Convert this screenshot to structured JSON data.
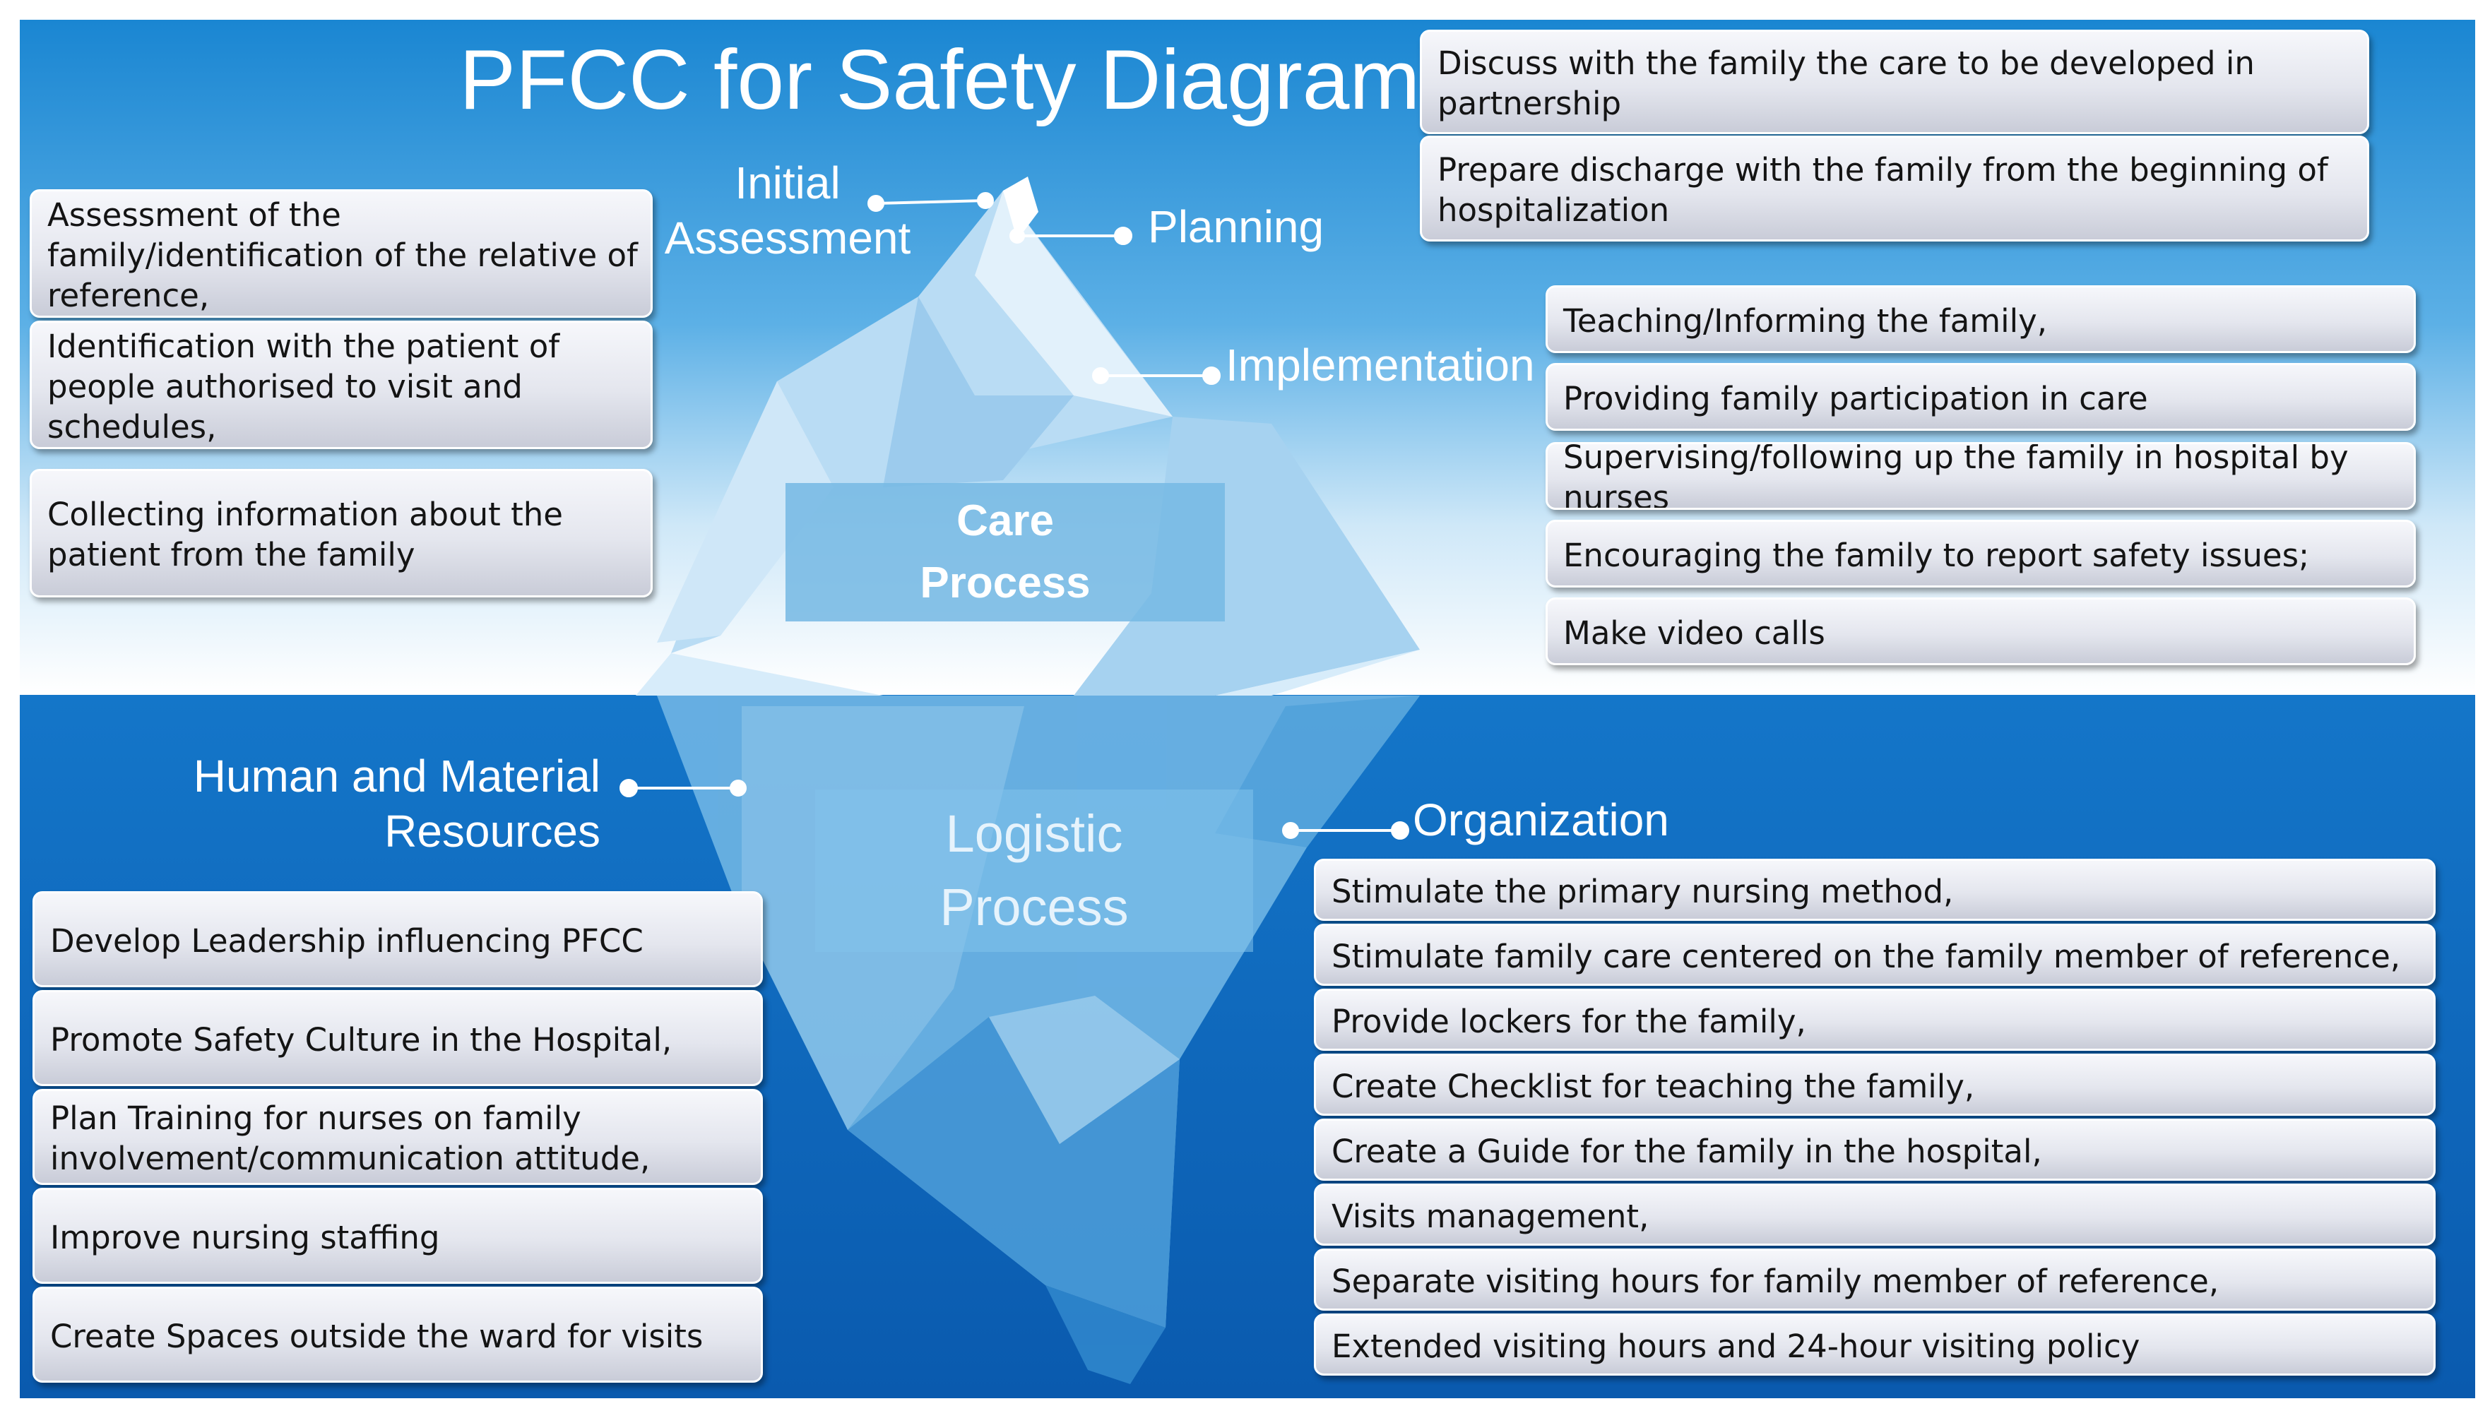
{
  "title": "PFCC for Safety Diagram",
  "care_process": {
    "label": "Care\nProcess"
  },
  "logistic_process": {
    "label": "Logistic\nProcess"
  },
  "stages": {
    "initial_assessment": "Initial\nAssessment",
    "planning": "Planning",
    "implementation": "Implementation",
    "human_material_resources": "Human and Material\nResources",
    "organization": "Organization"
  },
  "initial_assessment_items": [
    "Assessment of the family/identification of the relative of reference,",
    "Identification with the patient of people authorised to visit and schedules,",
    "Collecting information about the patient from the family"
  ],
  "planning_items": [
    "Discuss with the family the care to be developed in partnership",
    "Prepare discharge with the family from the beginning of hospitalization"
  ],
  "implementation_items": [
    "Teaching/Informing the family,",
    "Providing family participation in care",
    "Supervising/following up the family in hospital by nurses",
    "Encouraging the family to report safety issues;",
    "Make video calls"
  ],
  "resources_items": [
    "Develop Leadership influencing PFCC",
    "Promote Safety Culture in the Hospital,",
    "Plan Training for nurses on family involvement/communication attitude,",
    "Improve nursing staffing",
    "Create Spaces outside the ward for visits"
  ],
  "organization_items": [
    "Stimulate the primary nursing method,",
    "Stimulate family care centered on the family member of reference,",
    "Provide lockers for the family,",
    "Create Checklist for teaching the family,",
    "Create a Guide for the family in the hospital,",
    "Visits management,",
    "Separate visiting hours for family member of reference,",
    "Extended visiting hours and 24-hour visiting policy"
  ],
  "colors": {
    "sky_top": "#1a86d2",
    "sky_bottom": "#ffffff",
    "sea_top": "#1272c6",
    "sea_bottom": "#0a59ad",
    "box_text": "#141414",
    "label_text": "#ffffff"
  }
}
